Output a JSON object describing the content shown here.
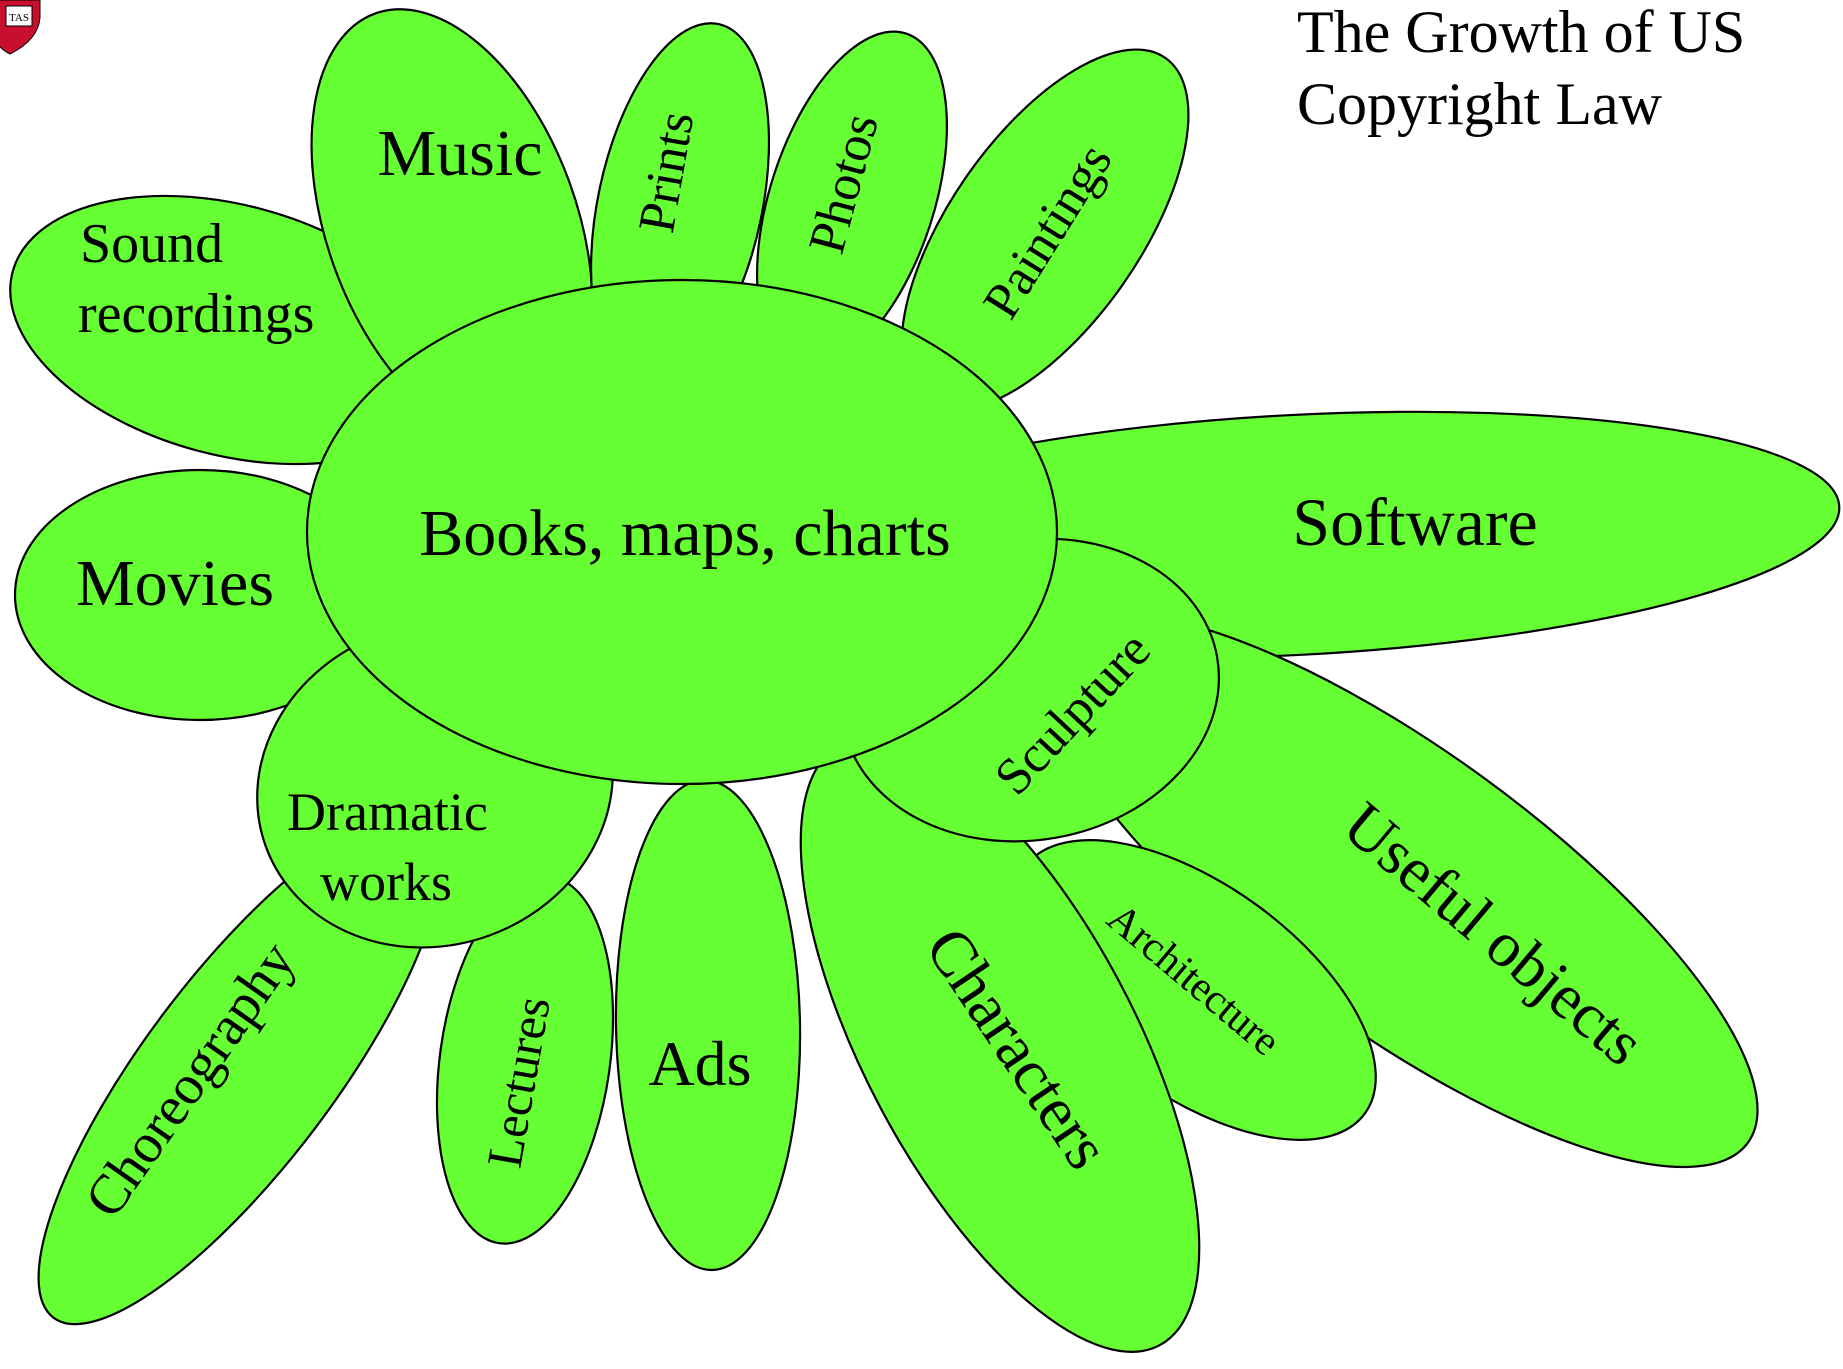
{
  "title_lines": [
    "The Growth of US",
    "Copyright Law"
  ],
  "logo": {
    "text": "TAS",
    "shield_color": "#c8102e"
  },
  "colors": {
    "petal_fill": "#66ff33",
    "outline": "#000000",
    "background": "#ffffff"
  },
  "center": {
    "label": "Books, maps, charts"
  },
  "petals": [
    {
      "id": "software",
      "label": [
        "Software"
      ]
    },
    {
      "id": "useful-objects",
      "label": [
        "Useful objects"
      ]
    },
    {
      "id": "architecture",
      "label": [
        "Architecture"
      ]
    },
    {
      "id": "characters",
      "label": [
        "Characters"
      ]
    },
    {
      "id": "choreography",
      "label": [
        "Choreography"
      ]
    },
    {
      "id": "lectures",
      "label": [
        "Lectures"
      ]
    },
    {
      "id": "ads",
      "label": [
        "Ads"
      ]
    },
    {
      "id": "movies",
      "label": [
        "Movies"
      ]
    },
    {
      "id": "sound-recordings",
      "label": [
        "Sound",
        "recordings"
      ]
    },
    {
      "id": "music",
      "label": [
        "Music"
      ]
    },
    {
      "id": "prints",
      "label": [
        "Prints"
      ]
    },
    {
      "id": "photos",
      "label": [
        "Photos"
      ]
    },
    {
      "id": "paintings",
      "label": [
        "Paintings"
      ]
    },
    {
      "id": "sculpture",
      "label": [
        "Sculpture"
      ]
    },
    {
      "id": "dramatic-works",
      "label": [
        "Dramatic",
        "works"
      ]
    }
  ]
}
